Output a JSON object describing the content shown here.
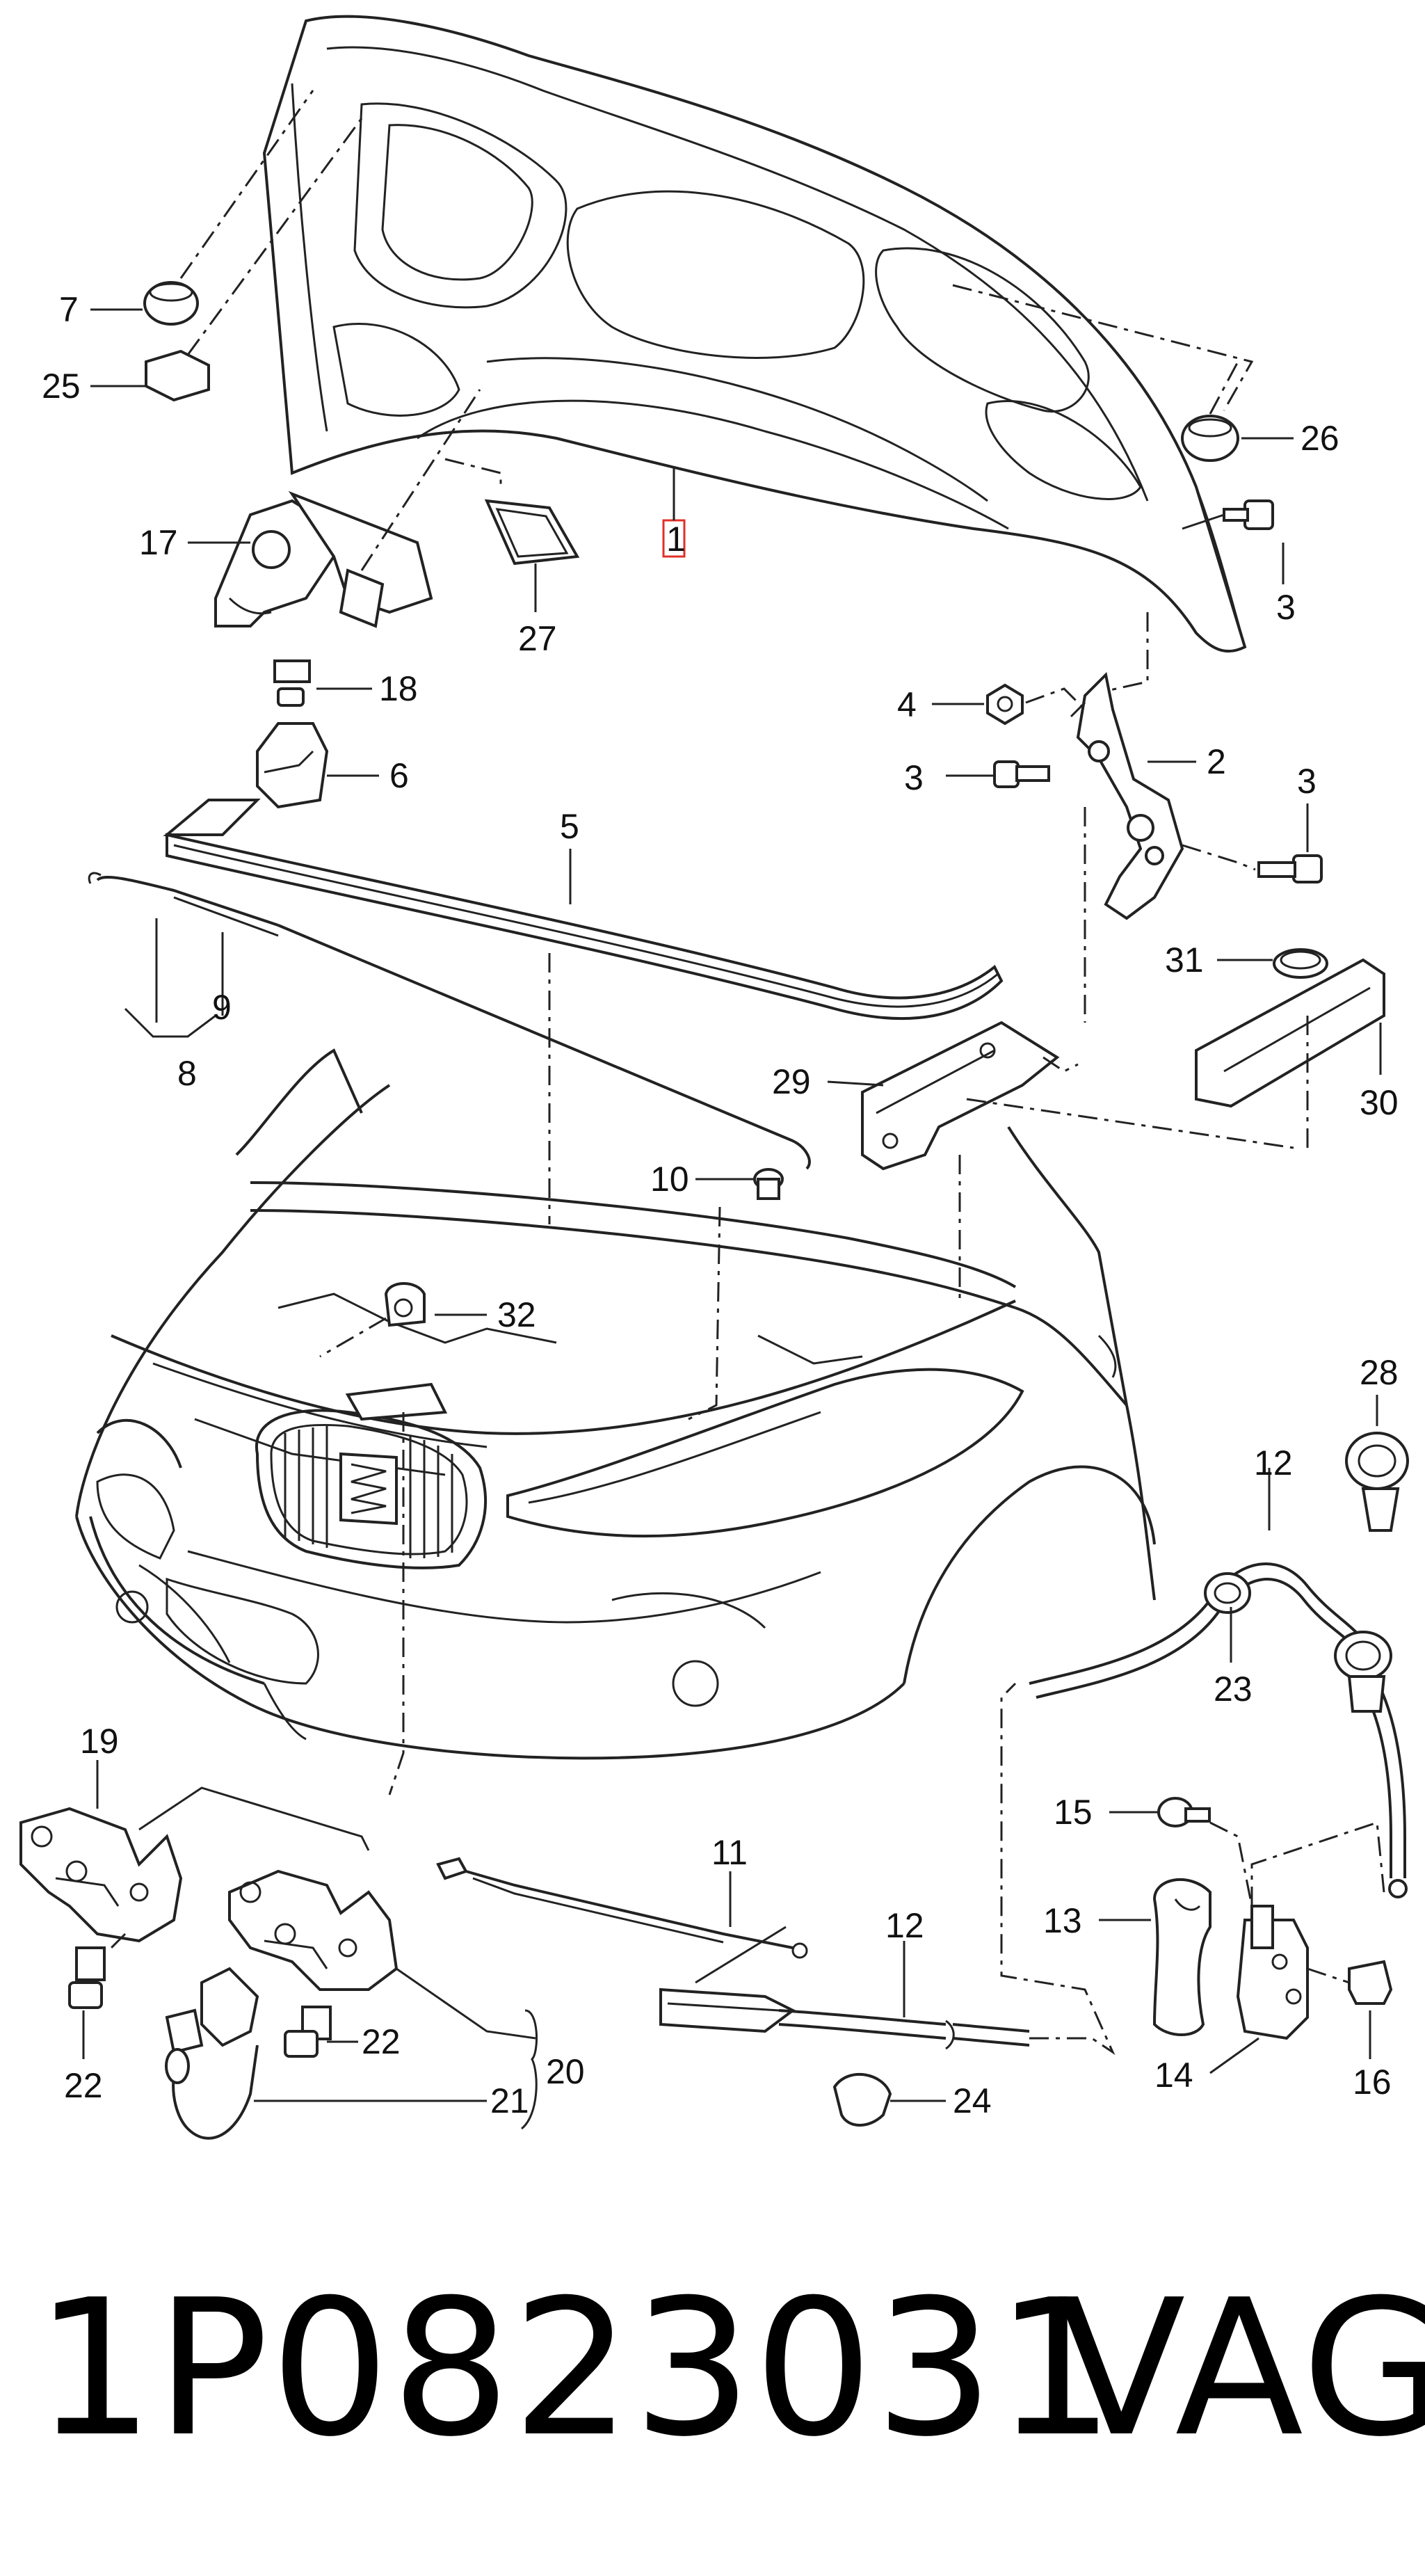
{
  "callouts": {
    "c1": "1",
    "c2": "2",
    "c3a": "3",
    "c3b": "3",
    "c3c": "3",
    "c4": "4",
    "c5": "5",
    "c6": "6",
    "c7": "7",
    "c8": "8",
    "c9": "9",
    "c10": "10",
    "c11": "11",
    "c12a": "12",
    "c12b": "12",
    "c13": "13",
    "c14": "14",
    "c15": "15",
    "c16": "16",
    "c17": "17",
    "c18": "18",
    "c19": "19",
    "c20": "20",
    "c21": "21",
    "c22a": "22",
    "c22b": "22",
    "c23": "23",
    "c24": "24",
    "c25": "25",
    "c26": "26",
    "c27": "27",
    "c28": "28",
    "c29": "29",
    "c30": "30",
    "c31": "31",
    "c32": "32"
  },
  "footer": {
    "part_number": "1P0823031",
    "brand": "VAG"
  },
  "colors": {
    "highlight_box": "#e0302a",
    "line": "#222222"
  }
}
